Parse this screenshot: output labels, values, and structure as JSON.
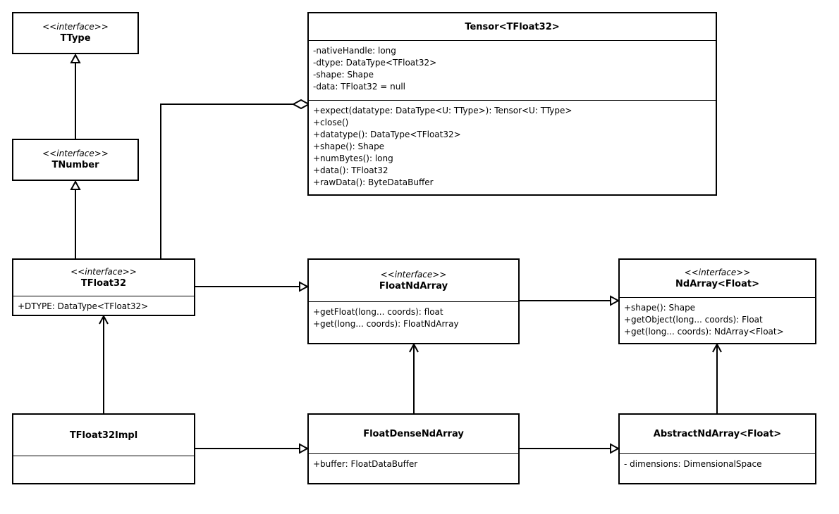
{
  "classes": {
    "ttype": {
      "stereotype": "<<interface>>",
      "name": "TType"
    },
    "tnumber": {
      "stereotype": "<<interface>>",
      "name": "TNumber"
    },
    "tfloat32": {
      "stereotype": "<<interface>>",
      "name": "TFloat32",
      "attributes": [
        "+DTYPE: DataType<TFloat32>"
      ]
    },
    "tfloat32impl": {
      "name": "TFloat32Impl"
    },
    "tensor": {
      "name": "Tensor<TFloat32>",
      "attributes": [
        "-nativeHandle: long",
        "-dtype: DataType<TFloat32>",
        "-shape: Shape",
        "-data: TFloat32 = null"
      ],
      "methods": [
        "+expect(datatype: DataType<U: TType>): Tensor<U: TType>",
        "+close()",
        "+datatype(): DataType<TFloat32>",
        "+shape(): Shape",
        "+numBytes(): long",
        "+data(): TFloat32",
        "+rawData(): ByteDataBuffer"
      ]
    },
    "floatndarray": {
      "stereotype": "<<interface>>",
      "name": "FloatNdArray",
      "methods": [
        "+getFloat(long... coords): float",
        "+get(long... coords): FloatNdArray"
      ]
    },
    "ndarray": {
      "stereotype": "<<interface>>",
      "name": "NdArray<Float>",
      "methods": [
        "+shape(): Shape",
        "+getObject(long... coords): Float",
        "+get(long... coords): NdArray<Float>"
      ]
    },
    "floatdense": {
      "name": "FloatDenseNdArray",
      "attributes": [
        "+buffer: FloatDataBuffer"
      ]
    },
    "abstractnd": {
      "name": "AbstractNdArray<Float>",
      "attributes": [
        "- dimensions: DimensionalSpace"
      ]
    }
  }
}
